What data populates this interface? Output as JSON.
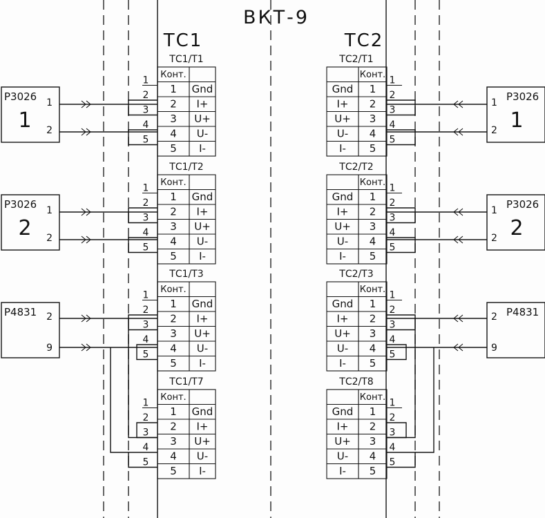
{
  "title": "ВКТ-9",
  "columns": {
    "left": "ТС1",
    "right": "ТС2"
  },
  "table": {
    "header": "Конт.",
    "rows": [
      {
        "num": "1",
        "sig": "Gnd"
      },
      {
        "num": "2",
        "sig": "I+"
      },
      {
        "num": "3",
        "sig": "U+"
      },
      {
        "num": "4",
        "sig": "U-"
      },
      {
        "num": "5",
        "sig": "I-"
      }
    ]
  },
  "left_blocks": [
    {
      "label": "ТС1/Т1"
    },
    {
      "label": "ТС1/Т2"
    },
    {
      "label": "ТС1/Т3"
    },
    {
      "label": "ТС1/Т7"
    }
  ],
  "right_blocks": [
    {
      "label": "ТС2/Т1"
    },
    {
      "label": "ТС2/Т2"
    },
    {
      "label": "ТС2/Т3"
    },
    {
      "label": "ТС2/Т8"
    }
  ],
  "devices": {
    "left": [
      {
        "name": "Р3026",
        "number": "1",
        "pins": [
          "1",
          "2"
        ]
      },
      {
        "name": "Р3026",
        "number": "2",
        "pins": [
          "1",
          "2"
        ]
      },
      {
        "name": "Р4831",
        "number": "",
        "pins": [
          "2",
          "9"
        ]
      }
    ],
    "right": [
      {
        "name": "Р3026",
        "number": "1",
        "pins": [
          "1",
          "2"
        ]
      },
      {
        "name": "Р3026",
        "number": "2",
        "pins": [
          "1",
          "2"
        ]
      },
      {
        "name": "Р4831",
        "number": "",
        "pins": [
          "2",
          "9"
        ]
      }
    ]
  }
}
